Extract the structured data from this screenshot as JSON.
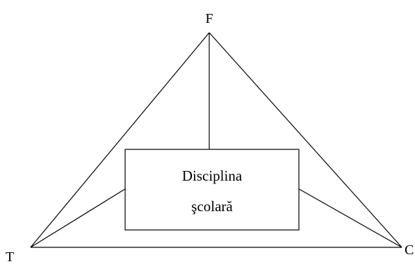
{
  "vertices": {
    "top": "F",
    "left": "T",
    "right": "C"
  },
  "center_box": {
    "line1": "Disciplina",
    "line2": "şcolară"
  }
}
